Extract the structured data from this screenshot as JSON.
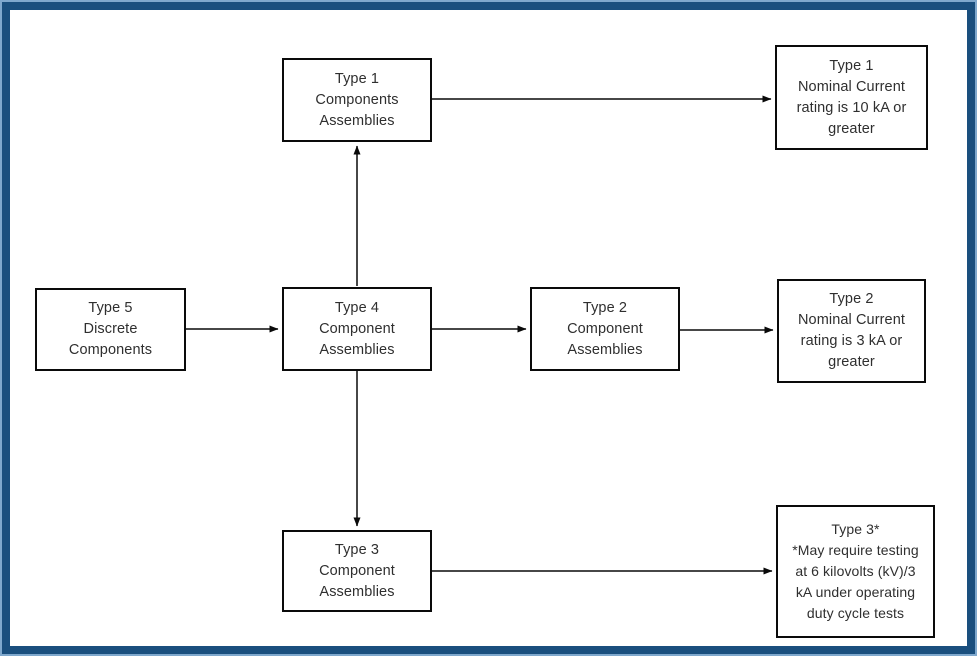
{
  "frame": {
    "outer_border_color": "#7fa8cd",
    "inner_border_color": "#1a4f7e",
    "background": "#ffffff",
    "box_border_color": "#0a0a0a",
    "text_color": "#2f2f2f"
  },
  "nodes": {
    "type5_discrete": {
      "lines": [
        "Type 5",
        "Discrete",
        "Components"
      ]
    },
    "type4_assembly": {
      "lines": [
        "Type 4",
        "Component",
        "Assemblies"
      ]
    },
    "type1_assembly": {
      "lines": [
        "Type 1",
        "Components",
        "Assemblies"
      ]
    },
    "type2_assembly": {
      "lines": [
        "Type 2",
        "Component",
        "Assemblies"
      ]
    },
    "type3_assembly": {
      "lines": [
        "Type 3",
        "Component",
        "Assemblies"
      ]
    },
    "type1_rating": {
      "lines": [
        "Type 1",
        "Nominal Current",
        "rating is 10 kA or",
        "greater"
      ]
    },
    "type2_rating": {
      "lines": [
        "Type 2",
        "Nominal Current",
        "rating is 3 kA or",
        "greater"
      ]
    },
    "type3_rating": {
      "lines": [
        "Type 3*",
        "*May require testing",
        "at 6 kilovolts (kV)/3",
        "kA under operating",
        "duty cycle tests"
      ]
    }
  },
  "connections": [
    {
      "from": "type5_discrete",
      "to": "type4_assembly"
    },
    {
      "from": "type4_assembly",
      "to": "type1_assembly"
    },
    {
      "from": "type4_assembly",
      "to": "type2_assembly"
    },
    {
      "from": "type4_assembly",
      "to": "type3_assembly"
    },
    {
      "from": "type1_assembly",
      "to": "type1_rating"
    },
    {
      "from": "type2_assembly",
      "to": "type2_rating"
    },
    {
      "from": "type3_assembly",
      "to": "type3_rating"
    }
  ]
}
